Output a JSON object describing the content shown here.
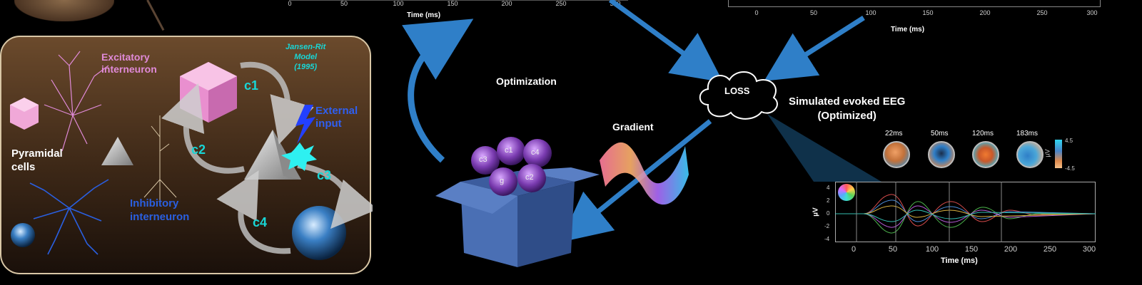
{
  "top_left_plot": {
    "xticks": [
      "0",
      "50",
      "100",
      "150",
      "200",
      "250",
      "300"
    ],
    "xlabel": "Time (ms)"
  },
  "top_right_plot": {
    "xticks": [
      "0",
      "50",
      "100",
      "150",
      "200",
      "250",
      "300"
    ],
    "xlabel": "Time (ms)"
  },
  "model": {
    "title_line1": "Jansen-Rit",
    "title_line2": "Model",
    "title_line3": "(1995)",
    "excitatory_line1": "Excitatory",
    "excitatory_line2": "interneuron",
    "pyramidal_line1": "Pyramidal",
    "pyramidal_line2": "cells",
    "inhibitory_line1": "Inhibitory",
    "inhibitory_line2": "interneuron",
    "external_line1": "External",
    "external_line2": "input",
    "connections": [
      "c1",
      "c2",
      "c3",
      "c4"
    ]
  },
  "optimization_label": "Optimization",
  "gradient_label": "Gradient",
  "params": [
    "c3",
    "c1",
    "c4",
    "g",
    "c2"
  ],
  "loss_label": "LOSS",
  "simulated": {
    "title_line1": "Simulated evoked EEG",
    "title_line2": "(Optimized)",
    "topo_labels": [
      "22ms",
      "50ms",
      "120ms",
      "183ms"
    ],
    "colorbar_unit": "µV",
    "colorbar_max": "4.5",
    "colorbar_min": "-4.5",
    "ylabel": "µV",
    "yticks": [
      "4",
      "2",
      "0",
      "-2",
      "-4"
    ],
    "xticks": [
      "0",
      "50",
      "100",
      "150",
      "200",
      "250",
      "300"
    ],
    "xlabel": "Time (ms)"
  },
  "colors": {
    "panel": "#4a3220",
    "arrow": "#2f7fc8",
    "cyan": "#18d6d6",
    "inhibitory_blue": "#2a5fe0"
  }
}
